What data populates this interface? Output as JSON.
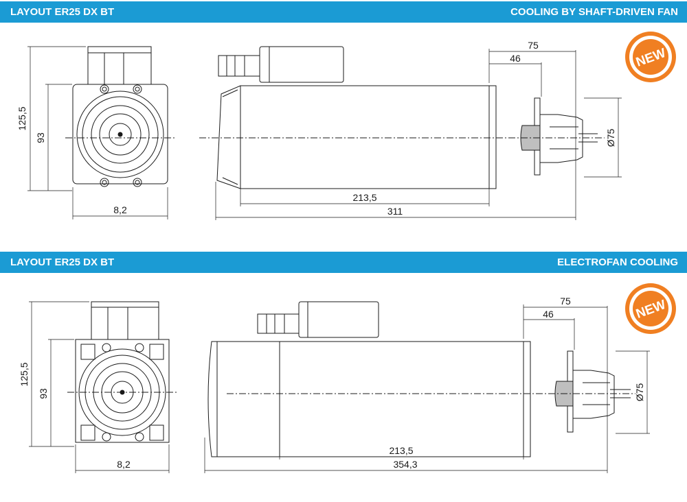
{
  "sections": [
    {
      "title": "LAYOUT ER25 DX BT",
      "cooling": "COOLING BY SHAFT-DRIVEN FAN",
      "badge": "NEW",
      "dims": {
        "height_total": "125,5",
        "flange": "93",
        "offset": "8,2",
        "body": "213,5",
        "total_length": "311",
        "nose_outer": "75",
        "nose_inner": "46",
        "nose_diameter": "Ø75"
      }
    },
    {
      "title": "LAYOUT ER25 DX BT",
      "cooling": "ELECTROFAN COOLING",
      "badge": "NEW",
      "dims": {
        "height_total": "125,5",
        "flange": "93",
        "offset": "8,2",
        "body": "213,5",
        "total_length": "354,3",
        "nose_outer": "75",
        "nose_inner": "46",
        "nose_diameter": "Ø75"
      }
    }
  ],
  "colors": {
    "header": "#1b9bd4",
    "badge": "#f07f22",
    "line": "#1a1a1a"
  }
}
